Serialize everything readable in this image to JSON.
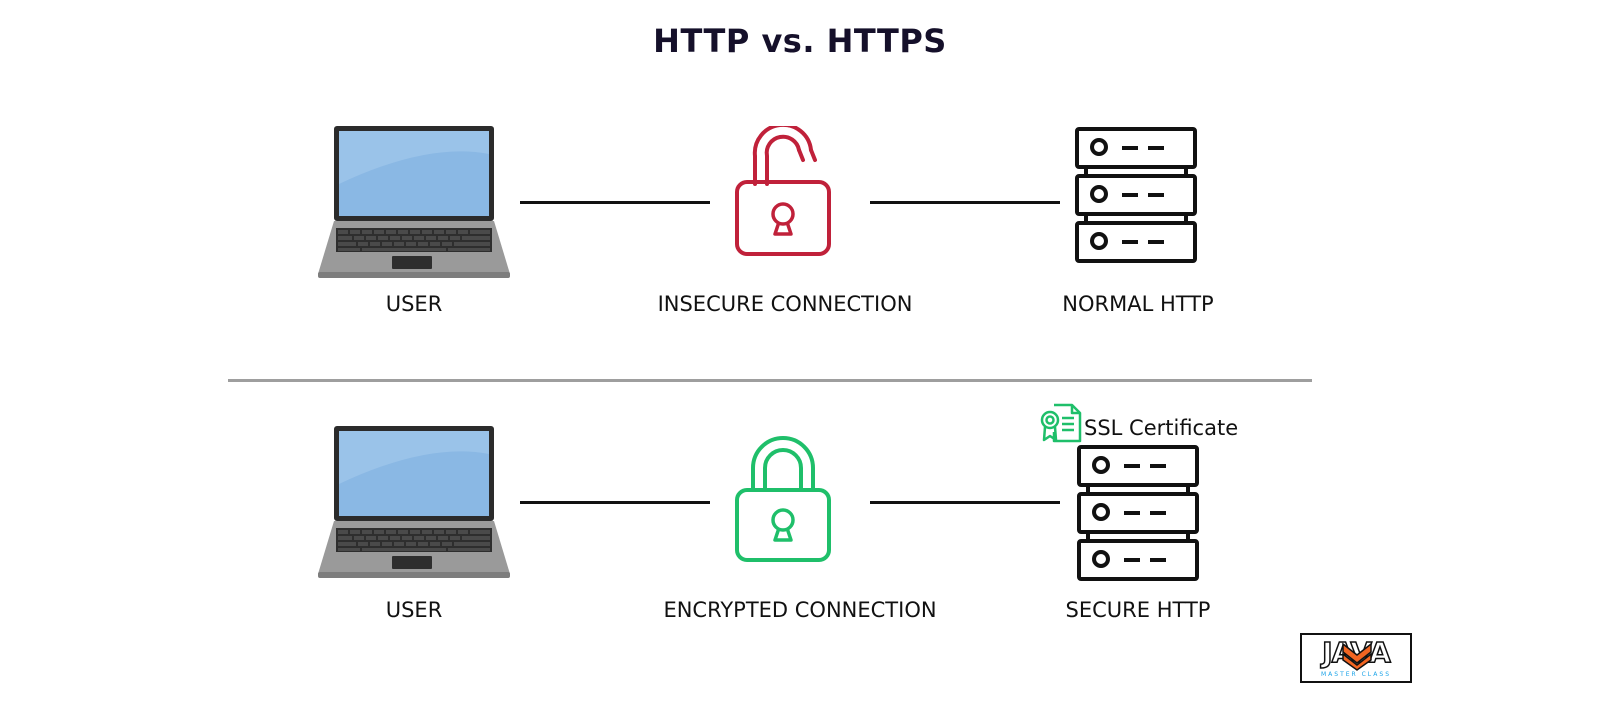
{
  "title": "HTTP vs. HTTPS",
  "colors": {
    "insecure": "#c0213a",
    "secure": "#1fbf6a",
    "connector": "#111111",
    "divider": "#9e9e9e",
    "laptop_screen": "#8ab8e4"
  },
  "http_row": {
    "user_label": "USER",
    "connection_label": "INSECURE CONNECTION",
    "server_label": "NORMAL HTTP",
    "lock_icon": "unlocked-padlock-icon"
  },
  "https_row": {
    "user_label": "USER",
    "connection_label": "ENCRYPTED CONNECTION",
    "server_label": "SECURE HTTP",
    "lock_icon": "locked-padlock-icon",
    "certificate_label": "SSL Certificate",
    "certificate_icon": "certificate-icon"
  },
  "logo": {
    "word": "JAVA",
    "subtitle": "MASTER CLASS"
  }
}
